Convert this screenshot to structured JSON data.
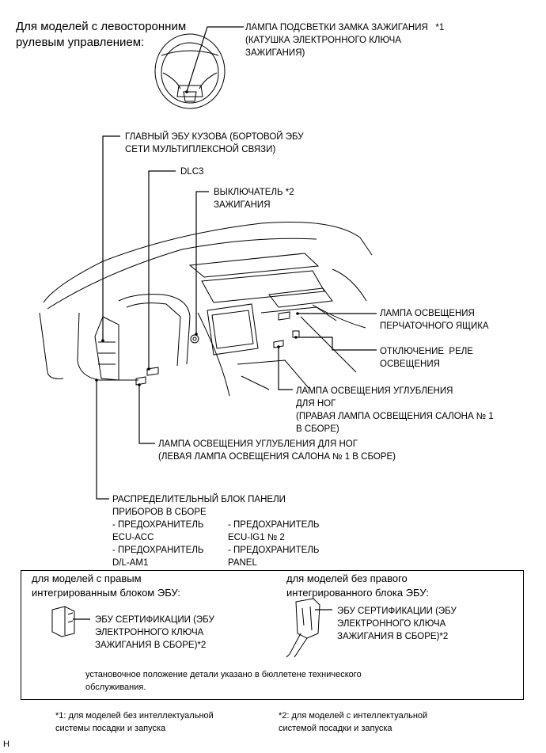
{
  "header": {
    "left_lines": [
      "Для моделей с левосторонним",
      "рулевым управлением:"
    ]
  },
  "labels": {
    "ignition_lamp": [
      "ЛАМПА ПОДСВЕТКИ ЗАМКА ЗАЖИГАНИЯ   *1",
      "(КАТУШКА ЭЛЕКТРОННОГО КЛЮЧА",
      "ЗАЖИГАНИЯ)"
    ],
    "main_body_ecu": [
      "ГЛАВНЫЙ ЭБУ КУЗОВА (БОРТОВОЙ ЭБУ",
      "СЕТИ МУЛЬТИПЛЕКСНОЙ СВЯЗИ)"
    ],
    "dlc3": [
      "DLC3"
    ],
    "ignition_switch": [
      "ВЫКЛЮЧАТЕЛЬ *2",
      "ЗАЖИГАНИЯ"
    ],
    "glovebox_lamp": [
      "ЛАМПА ОСВЕЩЕНИЯ",
      "ПЕРЧАТОЧНОГО ЯЩИКА"
    ],
    "relay": [
      "ОТКЛЮЧЕНИЕ  РЕЛЕ",
      "ОСВЕЩЕНИЯ"
    ],
    "footwell_right": [
      "ЛАМПА ОСВЕЩЕНИЯ УГЛУБЛЕНИЯ",
      "ДЛЯ НОГ",
      "(ПРАВАЯ ЛАМПА ОСВЕЩЕНИЯ САЛОНА № 1",
      "В СБОРЕ)"
    ],
    "footwell_left": [
      "ЛАМПА ОСВЕЩЕНИЯ УГЛУБЛЕНИЯ ДЛЯ НОГ",
      "(ЛЕВАЯ ЛАМПА ОСВЕЩЕНИЯ САЛОНА № 1 В СБОРЕ)"
    ],
    "junction_block": [
      "РАСПРЕДЕЛИТЕЛЬНЫЙ БЛОК ПАНЕЛИ",
      "ПРИБОРОВ В СБОРЕ"
    ],
    "fuses_left": [
      "- ПРЕДОХРАНИТЕЛЬ",
      "ECU-ACC",
      "- ПРЕДОХРАНИТЕЛЬ",
      "D/L-AM1"
    ],
    "fuses_right": [
      "- ПРЕДОХРАНИТЕЛЬ",
      "ECU-IG1 № 2",
      "- ПРЕДОХРАНИТЕЛЬ",
      "PANEL"
    ]
  },
  "box": {
    "left_heading": [
      "для моделей с правым",
      "интегрированным блоком ЭБУ:"
    ],
    "right_heading": [
      "для моделей без правого",
      "интегрированного блока ЭБУ:"
    ],
    "left_ecu": [
      "ЭБУ СЕРТИФИКАЦИИ (ЭБУ",
      "ЭЛЕКТРОННОГО КЛЮЧА",
      "ЗАЖИГАНИЯ В СБОРЕ)*2"
    ],
    "right_ecu": [
      "ЭБУ СЕРТИФИКАЦИИ (ЭБУ",
      "ЭЛЕКТРОННОГО КЛЮЧА",
      "ЗАЖИГАНИЯ В СБОРЕ)*2"
    ],
    "note": [
      "установочное положение детали указано в бюллетене технического",
      "обслуживания."
    ]
  },
  "footnotes": {
    "note1": [
      "*1: для моделей без интеллектуальной",
      "системы посадки и запуска"
    ],
    "note2": [
      "*2: для моделей с интеллектуальной",
      "системой посадки и запуска"
    ]
  },
  "corner_mark": "H"
}
